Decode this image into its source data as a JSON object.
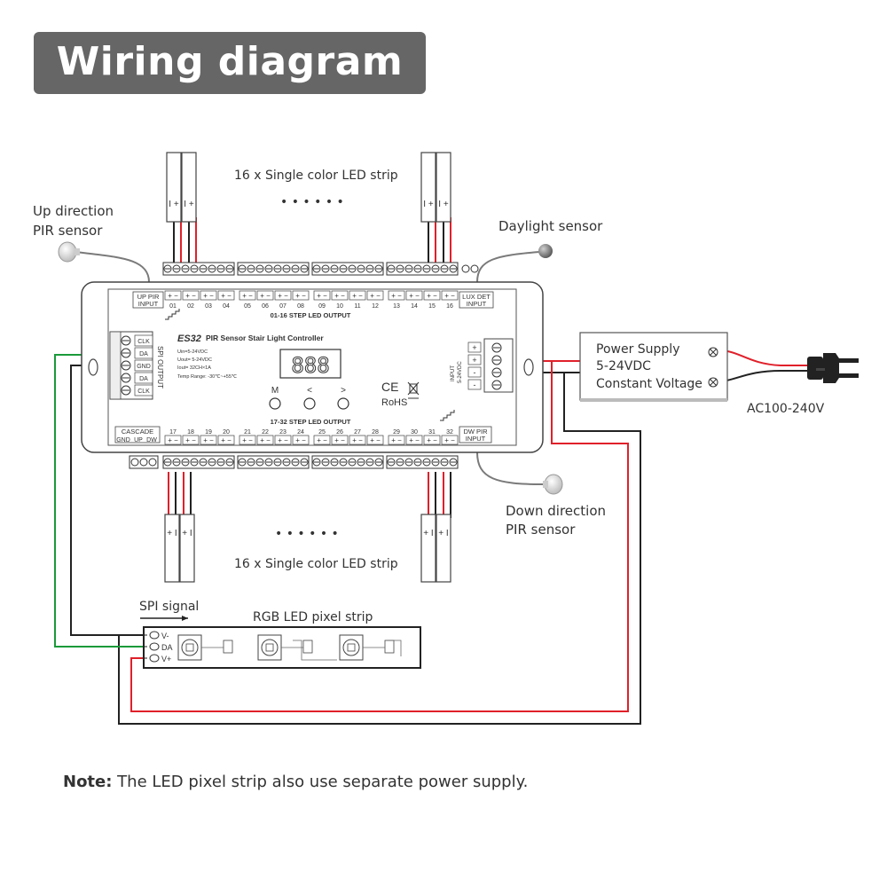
{
  "title": "Wiring diagram",
  "labels": {
    "top_strip": "16 x Single color LED strip",
    "bottom_strip": "16 x Single color LED strip",
    "top_dots": "• • • • • •",
    "bottom_dots": "• • • • • •",
    "up_pir_1": "Up direction",
    "up_pir_2": "PIR sensor",
    "daylight": "Daylight sensor",
    "down_pir_1": "Down direction",
    "down_pir_2": "PIR sensor",
    "power_1": "Power Supply",
    "power_2": "5-24VDC",
    "power_3": "Constant Voltage",
    "ac": "AC100-240V",
    "spi_signal": "SPI signal",
    "pixel_strip": "RGB LED pixel strip",
    "strip_vminus": "V-",
    "strip_da": "DA",
    "strip_vplus": "V+"
  },
  "controller": {
    "model": "ES32",
    "name": "PIR Sensor Stair Light Controller",
    "specs": [
      "Uin=5-24VDC",
      "Uout= 5-24VDC",
      "Iout= 32CH×1A",
      "Temp Range: -30℃~+55℃"
    ],
    "display": "888",
    "buttons": [
      "M",
      "<",
      ">"
    ],
    "ce": "CE",
    "rohs": "RoHS",
    "up_pir": [
      "UP PIR",
      "INPUT"
    ],
    "lux_det": [
      "LUX DET",
      "INPUT"
    ],
    "dw_pir": [
      "DW PIR",
      "INPUT"
    ],
    "cascade": "CASCADE",
    "cascade_pins": [
      "GND",
      "UP",
      "DW"
    ],
    "top_output": "01-16 STEP LED OUTPUT",
    "bottom_output": "17-32 STEP LED OUTPUT",
    "top_channels": [
      "01",
      "02",
      "03",
      "04",
      "05",
      "06",
      "07",
      "08",
      "09",
      "10",
      "11",
      "12",
      "13",
      "14",
      "15",
      "16"
    ],
    "bottom_channels": [
      "17",
      "18",
      "19",
      "20",
      "21",
      "22",
      "23",
      "24",
      "25",
      "26",
      "27",
      "28",
      "29",
      "30",
      "31",
      "32"
    ],
    "spi_pins": [
      "CLK",
      "DA",
      "GND",
      "DA",
      "CLK"
    ],
    "spi_output": "SPI OUTPUT",
    "input_label": [
      "INPUT",
      "5-24VDC"
    ],
    "input_pins": [
      "+",
      "+",
      "-",
      "-"
    ]
  },
  "note": {
    "bold": "Note:",
    "text": " The LED pixel strip also use separate power supply."
  },
  "colors": {
    "title_bg": "#666666",
    "red_wire": "#e0202a",
    "green_wire": "#1a9a3a",
    "black_wire": "#222222",
    "gray_wire": "#808080"
  }
}
